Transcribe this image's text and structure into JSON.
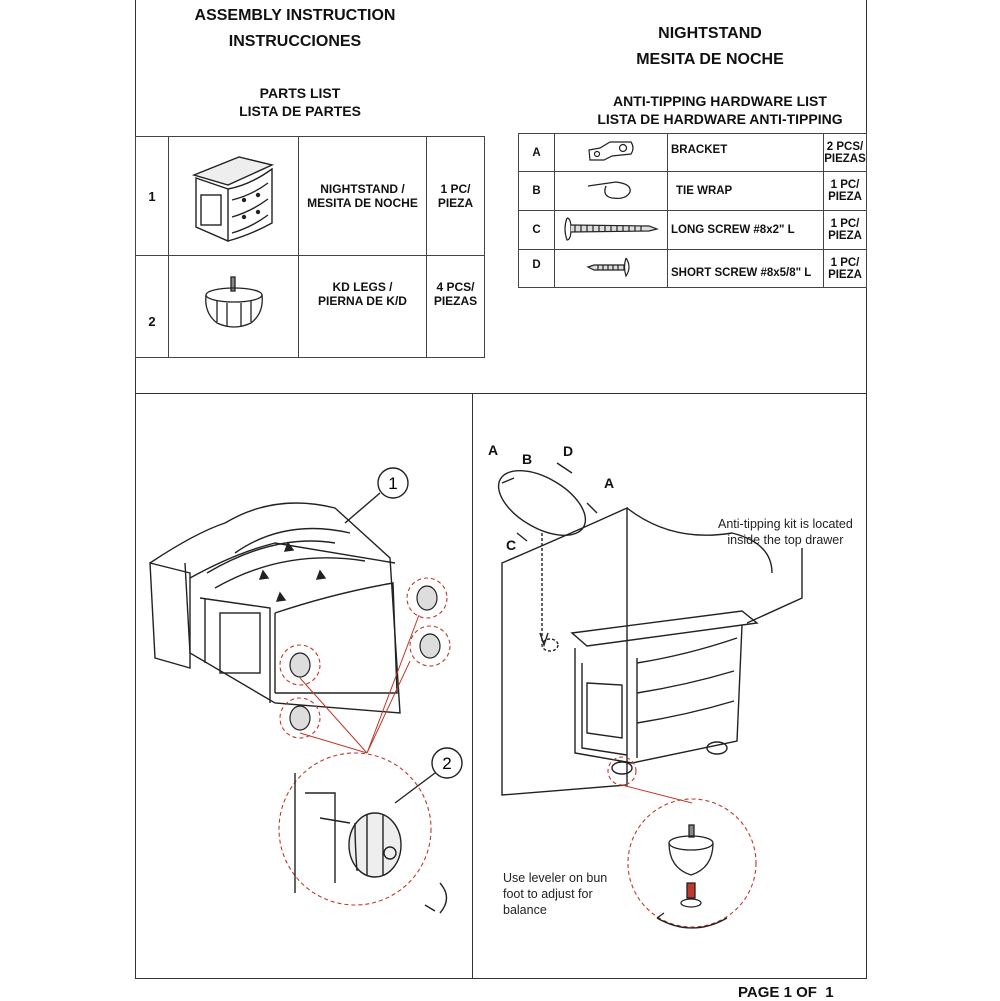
{
  "header": {
    "title_en": "ASSEMBLY INSTRUCTION",
    "title_es": "INSTRUCCIONES",
    "product_en": "NIGHTSTAND",
    "product_es": "MESITA DE NOCHE"
  },
  "parts_list": {
    "title_en": "PARTS LIST",
    "title_es": "LISTA DE PARTES",
    "rows": [
      {
        "num": "1",
        "icon": "nightstand-icon",
        "name_line1": "NIGHTSTAND /",
        "name_line2": "MESITA DE NOCHE",
        "qty_line1": "1 PC/",
        "qty_line2": "PIEZA"
      },
      {
        "num": "2",
        "icon": "bun-foot-leg-icon",
        "name_line1": "KD LEGS /",
        "name_line2": "PIERNA DE K/D",
        "qty_line1": "4 PCS/",
        "qty_line2": "PIEZAS"
      }
    ]
  },
  "hardware_list": {
    "title_en": "ANTI-TIPPING HARDWARE LIST",
    "title_es": "LISTA DE HARDWARE ANTI-TIPPING",
    "rows": [
      {
        "letter": "A",
        "icon": "bracket-icon",
        "name": "BRACKET",
        "qty_line1": "2 PCS/",
        "qty_line2": "PIEZAS"
      },
      {
        "letter": "B",
        "icon": "tie-wrap-icon",
        "name": "TIE WRAP",
        "qty_line1": "1 PC/",
        "qty_line2": "PIEZA"
      },
      {
        "letter": "C",
        "icon": "long-screw-icon",
        "name": "LONG SCREW #8x2\" L",
        "qty_line1": "1 PC/",
        "qty_line2": "PIEZA"
      },
      {
        "letter": "D",
        "icon": "short-screw-icon",
        "name": "SHORT SCREW #8x5/8\" L",
        "qty_line1": "1 PC/",
        "qty_line2": "PIEZA"
      }
    ]
  },
  "step1": {
    "callout_1": "1",
    "callout_2": "2"
  },
  "step2": {
    "labels": {
      "a1": "A",
      "b": "B",
      "d": "D",
      "a2": "A",
      "c": "C"
    },
    "note_kit_line1": "Anti-tipping kit is located",
    "note_kit_line2": "inside the top drawer",
    "note_leveler_line1": "Use leveler on bun",
    "note_leveler_line2": "foot to adjust for",
    "note_leveler_line3": "balance"
  },
  "footer": {
    "page": "PAGE 1 OF  1"
  },
  "colors": {
    "line": "#333333",
    "callout_red": "#c0392b"
  }
}
